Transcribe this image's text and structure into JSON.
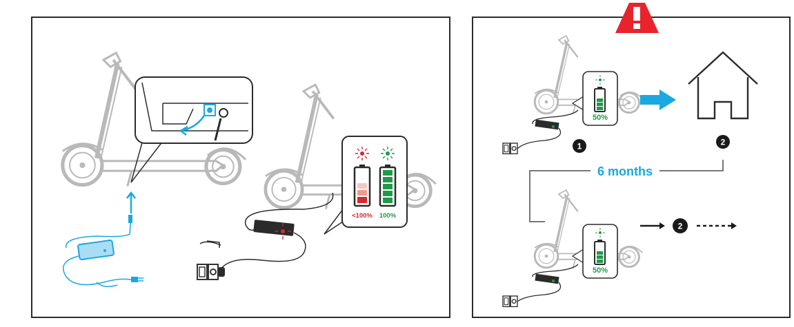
{
  "left_panel": {
    "charging_indicator": {
      "low_label": "<100%",
      "full_label": "100%",
      "low_level": 0.55,
      "full_level": 1.0
    }
  },
  "right_panel": {
    "warning_icon": "exclamation-warning-icon",
    "top_row": {
      "battery_label": "50%",
      "step_number": "1",
      "next_step_number": "2"
    },
    "interval_label": "6 months",
    "bottom_row": {
      "battery_label": "50%",
      "repeat_step_number": "2"
    }
  },
  "colors": {
    "accent_blue": "#1aa8e0",
    "warning_red": "#e8232c",
    "charge_red": "#d7282f",
    "charge_green": "#1f9a4a",
    "line_gray": "#b9b9b9",
    "frame": "#2b2b2b"
  }
}
